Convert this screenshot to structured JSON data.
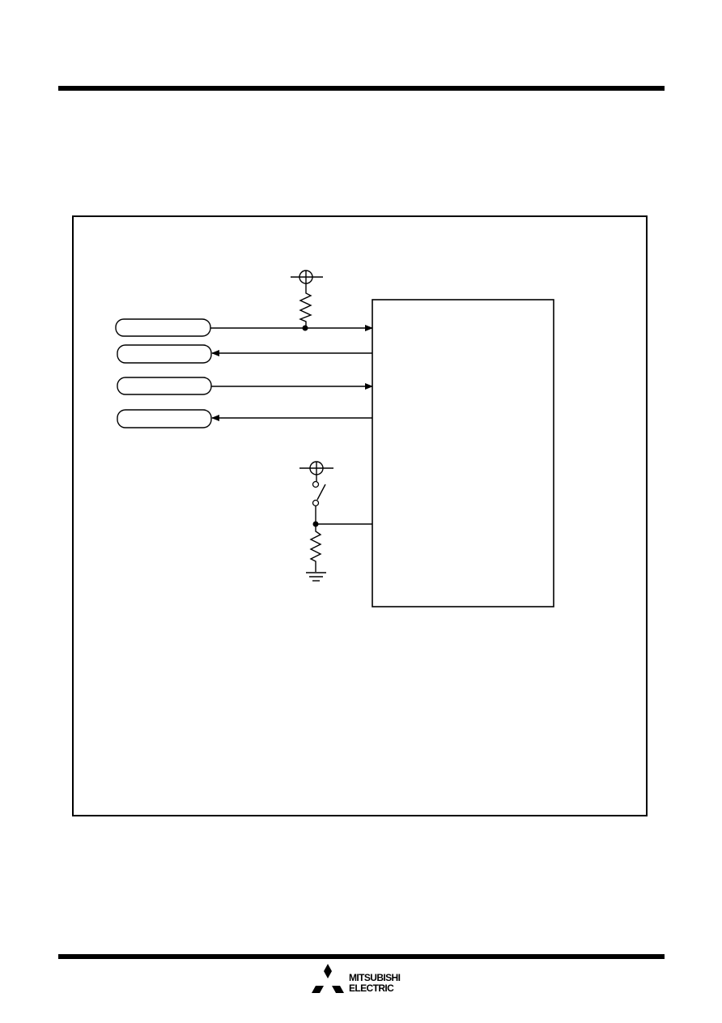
{
  "footer": {
    "brand_line_1": "MITSUBISHI",
    "brand_line_2": "ELECTRIC"
  },
  "diagram": {
    "signal_tags": [
      {
        "direction": "in",
        "pull_up": true
      },
      {
        "direction": "out",
        "pull_up": false
      },
      {
        "direction": "in",
        "pull_up": false
      },
      {
        "direction": "out",
        "pull_up": false
      }
    ],
    "components": [
      "vcc-symbol",
      "pull-up-resistor",
      "junction-dot",
      "switch",
      "pull-down-resistor",
      "ground-symbol",
      "ic-block"
    ]
  },
  "colors": {
    "ink": "#000000",
    "background": "#ffffff"
  },
  "icons": {
    "logo": "mitsubishi-three-diamonds-icon"
  }
}
